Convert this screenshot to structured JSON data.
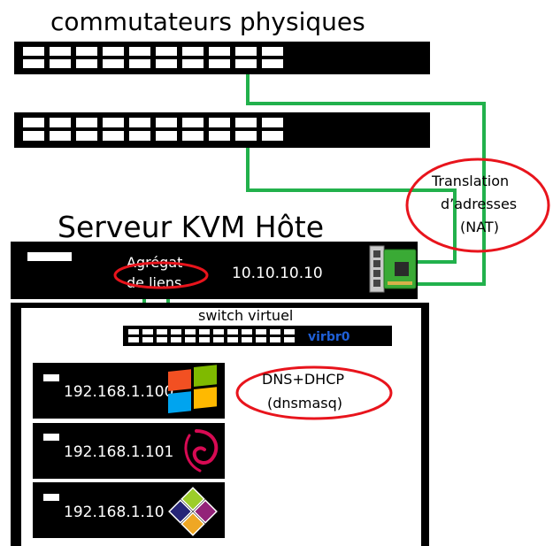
{
  "title_top": "commutateurs physiques",
  "title_host": "Serveur KVM Hôte",
  "nat": {
    "line1": "Translation",
    "line2": "d’adresses",
    "line3": "(NAT)"
  },
  "bond": {
    "line1": "Agrégat",
    "line2": "de liens"
  },
  "host_ip": "10.10.10.10",
  "vswitch": {
    "label": "switch virtuel",
    "name": "virbr0"
  },
  "dns": {
    "line1": "DNS+DHCP",
    "line2": "(dnsmasq)"
  },
  "vms": [
    {
      "ip": "192.168.1.100",
      "logo": "windows-logo"
    },
    {
      "ip": "192.168.1.101",
      "logo": "debian-logo"
    },
    {
      "ip": "192.168.1.10",
      "logo": "centos-logo"
    }
  ],
  "colors": {
    "link": "#22b14c",
    "highlight": "#e8141c",
    "device": "#000000",
    "switch_name": "#1f5fd6",
    "nic": "#3aaa35"
  }
}
